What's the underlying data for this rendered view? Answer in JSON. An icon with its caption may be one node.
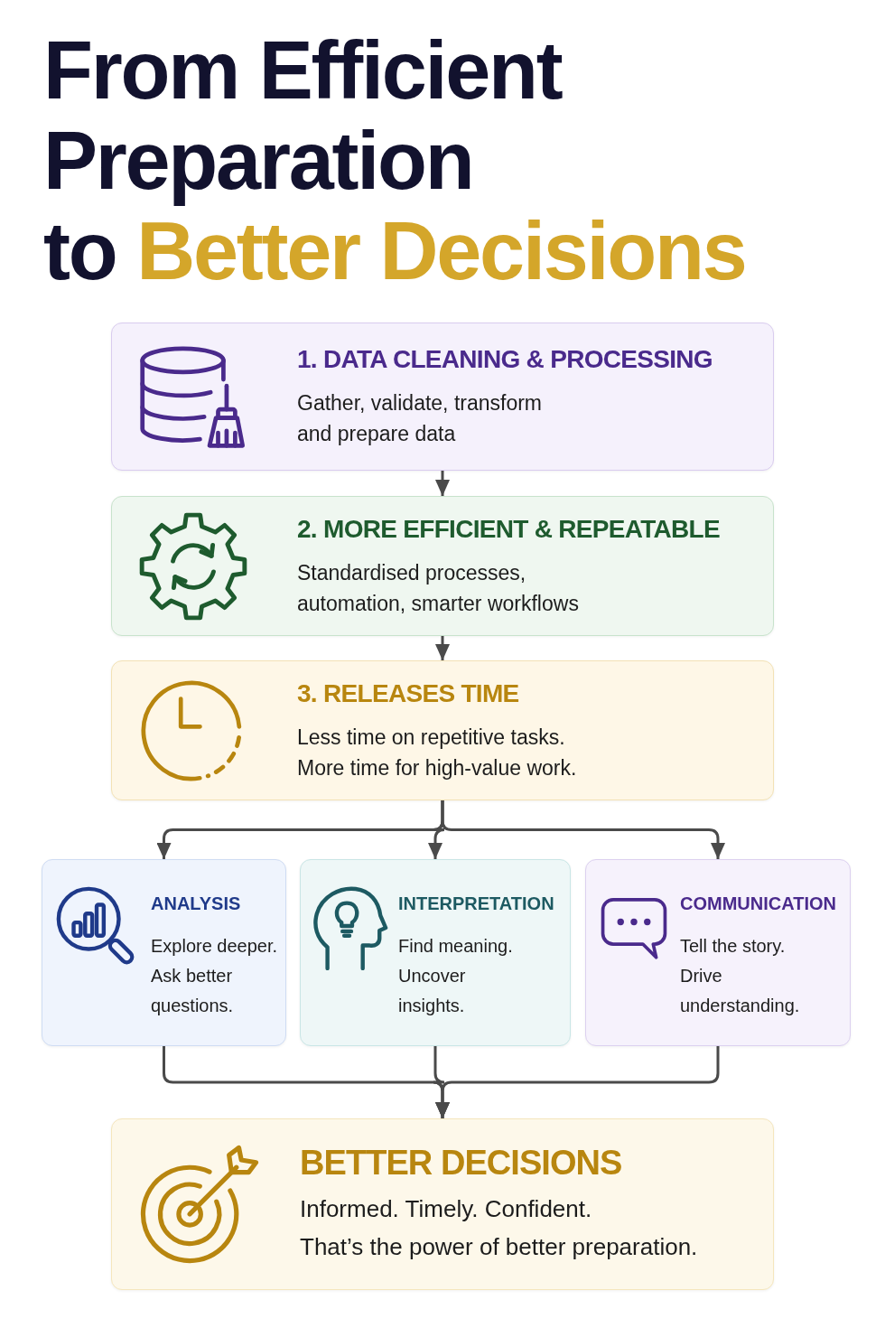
{
  "diagram": {
    "title": "From Efficient Preparation to **Better Decisions**",
    "nodes": [
      {
        "text": [
          "1. DATA CLEANING & PROCESSING",
          "Gather, validate, transform and prepare data"
        ]
      },
      {
        "text": [
          "2. MORE EFFICIENT & REPEATABLE",
          "Standardised processes, automation, smarter workflows"
        ]
      },
      {
        "text": [
          "3. RELEASES TIME",
          "Less time on repetitive tasks. More time for high-value work."
        ]
      },
      {
        "text": [
          "ANALYSIS",
          "Explore deeper. Ask better questions."
        ]
      },
      {
        "text": [
          "INTERPRETATION",
          "Find meaning. Uncover insights."
        ]
      },
      {
        "text": [
          "COMMUNICATION",
          "Tell the story. Drive understanding."
        ]
      },
      {
        "text": [
          "BETTER DECISIONS",
          "Informed. Timely. Confident.",
          "That’s the power of better preparation."
        ]
      }
    ],
    "edges": [
      {
        "from": 0,
        "to": 1,
        "arrow": "to"
      },
      {
        "from": 1,
        "to": 2,
        "arrow": "to"
      },
      {
        "from": 2,
        "to": 3,
        "arrow": "to"
      },
      {
        "from": 2,
        "to": 4,
        "arrow": "to"
      },
      {
        "from": 2,
        "to": 5,
        "arrow": "to"
      },
      {
        "from": 3,
        "to": 6,
        "arrow": "to"
      },
      {
        "from": 4,
        "to": 6,
        "arrow": "to"
      },
      {
        "from": 5,
        "to": 6,
        "arrow": "to"
      }
    ]
  }
}
